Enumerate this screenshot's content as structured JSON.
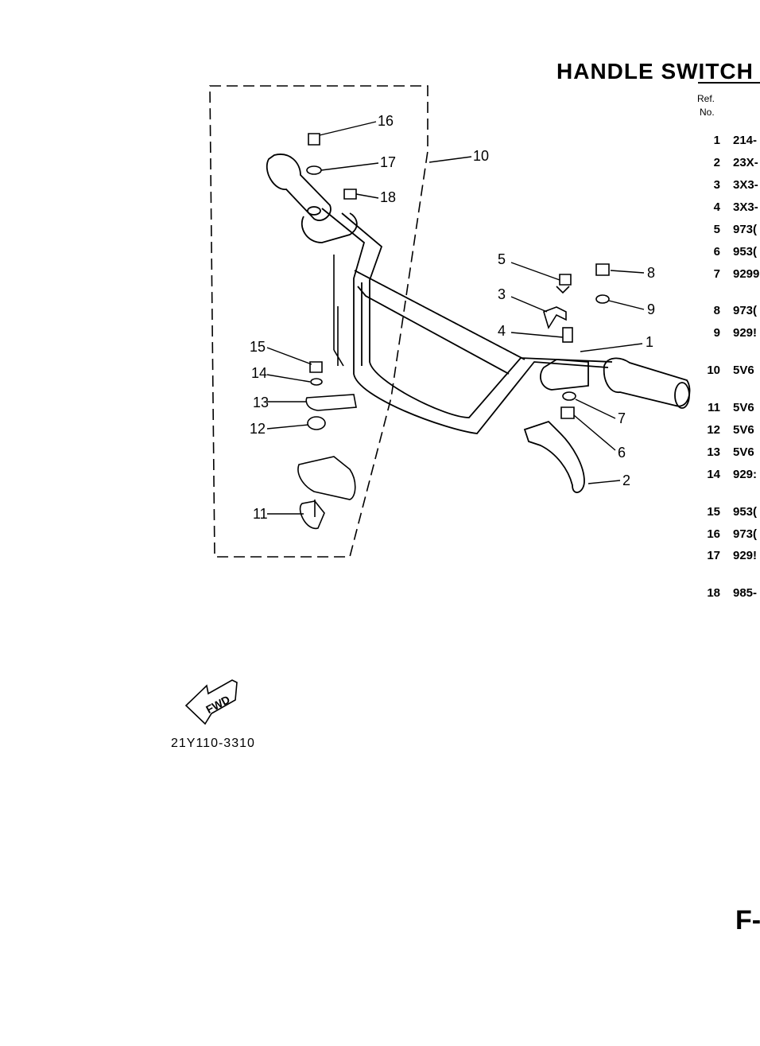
{
  "title": "HANDLE SWITCH",
  "table_header": {
    "ref_label": "Ref.",
    "no_label": "No."
  },
  "parts_rows": [
    {
      "ref": "1",
      "part": "214-"
    },
    {
      "ref": "2",
      "part": "23X-"
    },
    {
      "ref": "3",
      "part": "3X3-"
    },
    {
      "ref": "4",
      "part": "3X3-"
    },
    {
      "ref": "5",
      "part": "973("
    },
    {
      "ref": "6",
      "part": "953("
    },
    {
      "ref": "7",
      "part": "9299"
    },
    {
      "ref": "8",
      "part": "973("
    },
    {
      "ref": "9",
      "part": "929!"
    },
    {
      "ref": "10",
      "part": "5V6"
    },
    {
      "ref": "11",
      "part": "5V6"
    },
    {
      "ref": "12",
      "part": "5V6"
    },
    {
      "ref": "13",
      "part": "5V6"
    },
    {
      "ref": "14",
      "part": "929:"
    },
    {
      "ref": "15",
      "part": "953("
    },
    {
      "ref": "16",
      "part": "973("
    },
    {
      "ref": "17",
      "part": "929!"
    },
    {
      "ref": "18",
      "part": "985-"
    }
  ],
  "callouts": [
    "1",
    "2",
    "3",
    "4",
    "5",
    "6",
    "7",
    "8",
    "9",
    "10",
    "11",
    "12",
    "13",
    "14",
    "15",
    "16",
    "17",
    "18"
  ],
  "fwd_label": "FWD",
  "diagram_code": "21Y110-3310",
  "page_ref": "F-"
}
